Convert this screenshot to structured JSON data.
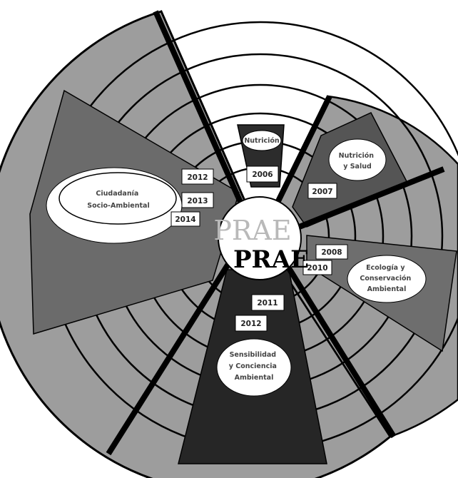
{
  "center": {
    "text_faded": "PRAE",
    "text_main": "PRAE"
  },
  "sectors": [
    {
      "id": "ciudadania",
      "label_lines": [
        "Ciudadanía",
        "Socio-Ambiental"
      ],
      "years": [
        "2012",
        "2013",
        "2014"
      ],
      "fill": "#6b6b6b"
    },
    {
      "id": "nutricion",
      "label_lines": [
        "Nutrición"
      ],
      "years": [
        "2006"
      ],
      "fill": "#2c2c2c"
    },
    {
      "id": "nutricion-salud",
      "label_lines": [
        "Nutrición",
        "y Salud"
      ],
      "years": [
        "2007"
      ],
      "fill": "#555555"
    },
    {
      "id": "ecologia",
      "label_lines": [
        "Ecología y",
        "Conservación",
        "Ambiental"
      ],
      "years": [
        "2008",
        "2010"
      ],
      "fill": "#6e6e6e"
    },
    {
      "id": "sensibilidad",
      "label_lines": [
        "Sensibilidad",
        "y Conciencia",
        "Ambiental"
      ],
      "years": [
        "2011",
        "2012"
      ],
      "fill": "#262626"
    }
  ],
  "colors": {
    "ring_fill": "#9d9d9d",
    "ring_line": "#000000",
    "divider": "#000000",
    "hub_fill": "#ffffff"
  }
}
